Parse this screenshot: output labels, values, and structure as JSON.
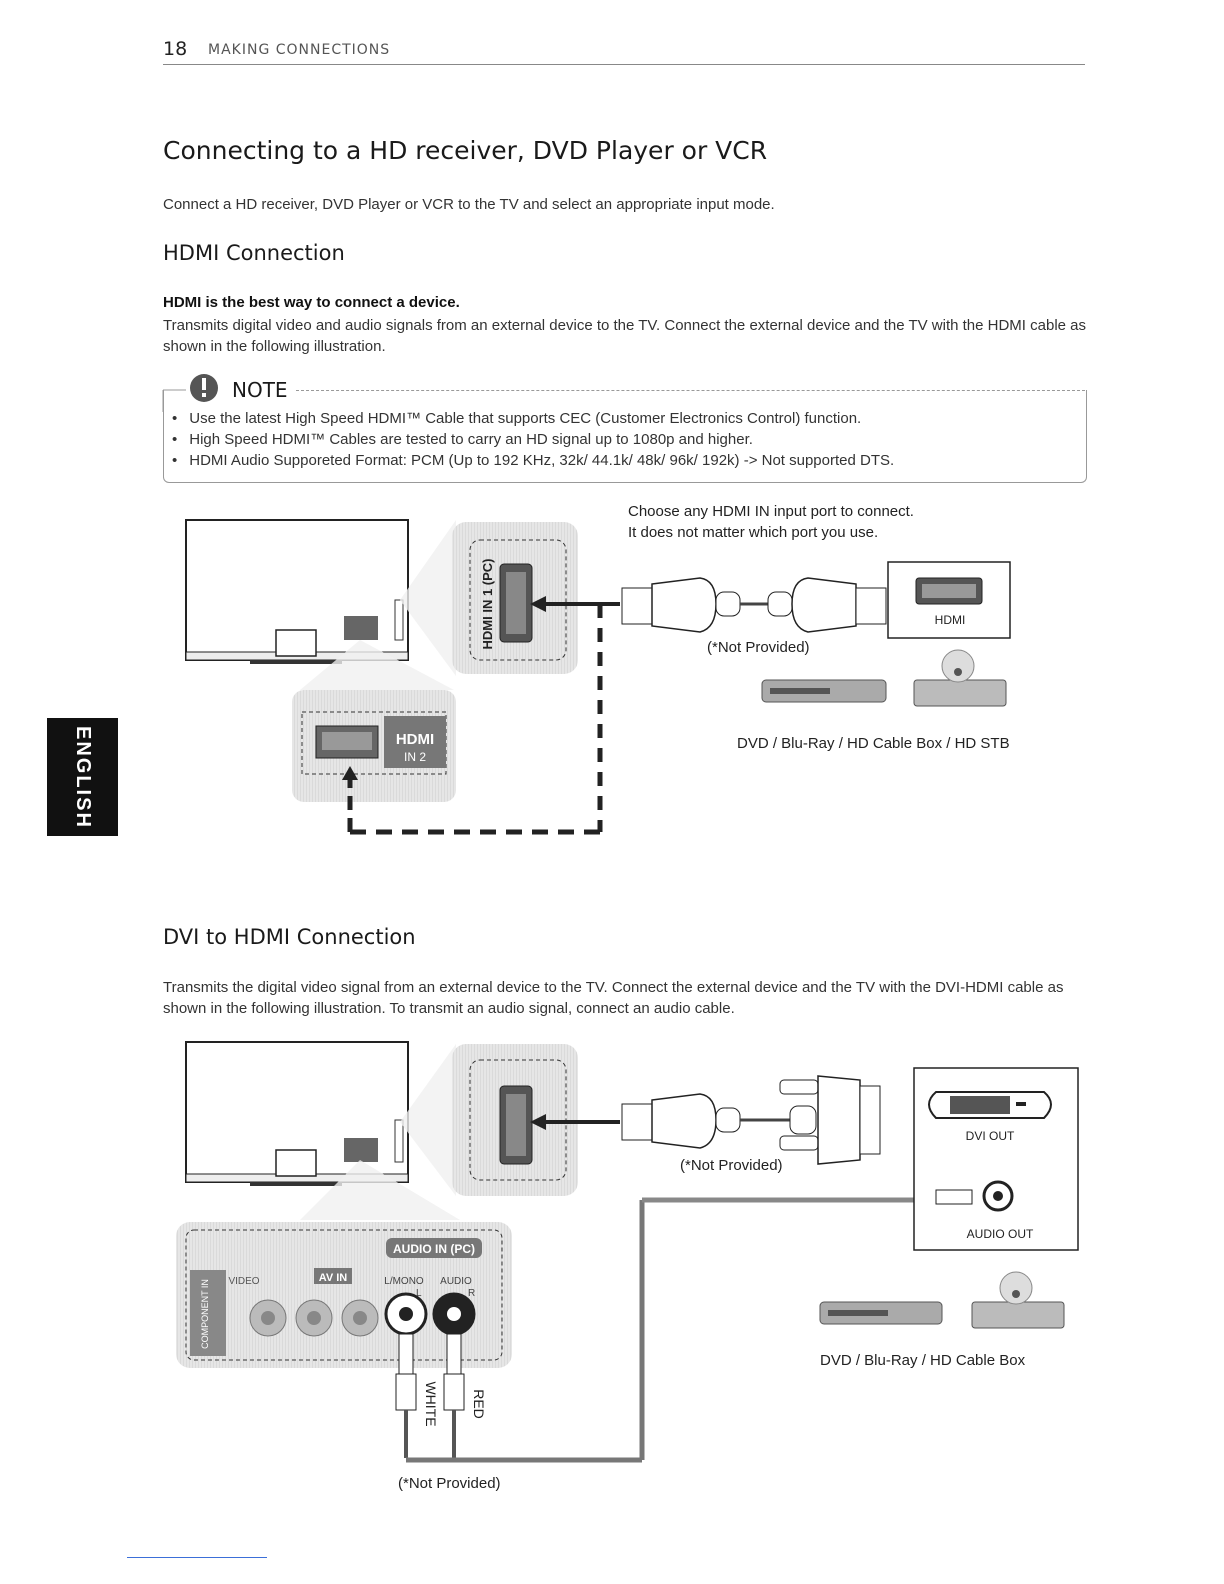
{
  "header": {
    "page_number": "18",
    "section": "MAKING CONNECTIONS"
  },
  "title": "Connecting to a HD receiver, DVD Player or VCR",
  "intro": "Connect a HD receiver, DVD Player or VCR to the TV and select an appropriate input mode.",
  "hdmi": {
    "heading": "HDMI Connection",
    "lead": "HDMI is the best way to connect a device.",
    "body": "Transmits digital video and audio signals from an external device to the TV. Connect the external device and the TV with the HDMI cable as shown in the following illustration."
  },
  "note": {
    "title": "NOTE",
    "items": [
      "Use the latest High Speed HDMI™ Cable that supports CEC (Customer Electronics Control) function.",
      "High Speed HDMI™ Cables are tested to carry an HD signal up to 1080p and higher.",
      "HDMI Audio Supporeted Format: PCM (Up to 192 KHz, 32k/ 44.1k/ 48k/ 96k/ 192k) -> Not supported DTS."
    ]
  },
  "diagram1": {
    "caption_line1": "Choose any HDMI IN input port to connect.",
    "caption_line2": "It does not matter which port you use.",
    "not_provided": "(*Not Provided)",
    "port_label": "HDMI",
    "tv_port_1": "HDMI IN 1 (PC)",
    "tv_port_2_logo": "HDMI",
    "tv_port_2_label": "IN 2",
    "devices": "DVD / Blu-Ray / HD Cable Box / HD STB"
  },
  "dvi": {
    "heading": "DVI to HDMI Connection",
    "body": "Transmits the digital video signal from an external device to the TV. Connect the external device and the TV with the DVI-HDMI cable as shown in the following illustration. To transmit an audio signal, connect an audio cable."
  },
  "diagram2": {
    "not_provided_1": "(*Not Provided)",
    "not_provided_2": "(*Not Provided)",
    "dvi_out": "DVI OUT",
    "audio_out": "AUDIO OUT",
    "audio_in_pc": "AUDIO IN (PC)",
    "av_in": "AV IN",
    "video": "VIDEO",
    "lmono": "L/MONO",
    "audio": "AUDIO",
    "component_in": "COMPONENT IN",
    "left": "L",
    "right": "R",
    "white": "WHITE",
    "red": "RED",
    "devices": "DVD / Blu-Ray / HD Cable Box"
  },
  "side_tab": "ENGLISH"
}
